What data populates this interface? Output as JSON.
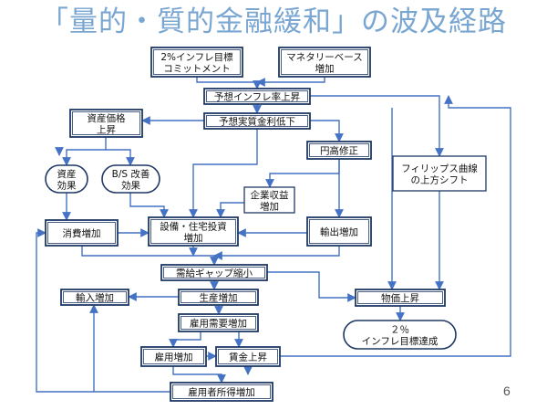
{
  "title": "「量的・質的金融緩和」の波及経路",
  "page_number": "6",
  "nodes": {
    "inflation_commitment": [
      "2%インフレ目標",
      "コミットメント"
    ],
    "monetary_base": [
      "マネタリーベース",
      "増加"
    ],
    "expected_inflation": [
      "予想インフレ率上昇"
    ],
    "real_rate_down": [
      "予想実質金利低下"
    ],
    "asset_price": [
      "資産価格",
      "上昇"
    ],
    "yen_correction": [
      "円高修正"
    ],
    "asset_effect": [
      "資産",
      "効果"
    ],
    "bs_effect": [
      "B/S 改善",
      "効果"
    ],
    "phillips": [
      "フィリップス曲線",
      "の上方シフト"
    ],
    "corporate_profit": [
      "企業収益",
      "増加"
    ],
    "consumption": [
      "消費増加"
    ],
    "capex": [
      "設備・住宅投資",
      "増加"
    ],
    "exports": [
      "輸出増加"
    ],
    "output_gap": [
      "需給ギャップ縮小"
    ],
    "imports": [
      "輸入増加"
    ],
    "production": [
      "生産増加"
    ],
    "price_rise": [
      "物価上昇"
    ],
    "labor_demand": [
      "雇用需要増加"
    ],
    "target_achieved": [
      "２％",
      "インフレ目標達成"
    ],
    "employment": [
      "雇用増加"
    ],
    "wage": [
      "賃金上昇"
    ],
    "income": [
      "雇用者所得増加"
    ]
  },
  "colors": {
    "title": "#7aa6d2",
    "box_border": "#1f3864",
    "arrow": "#4472c4"
  }
}
